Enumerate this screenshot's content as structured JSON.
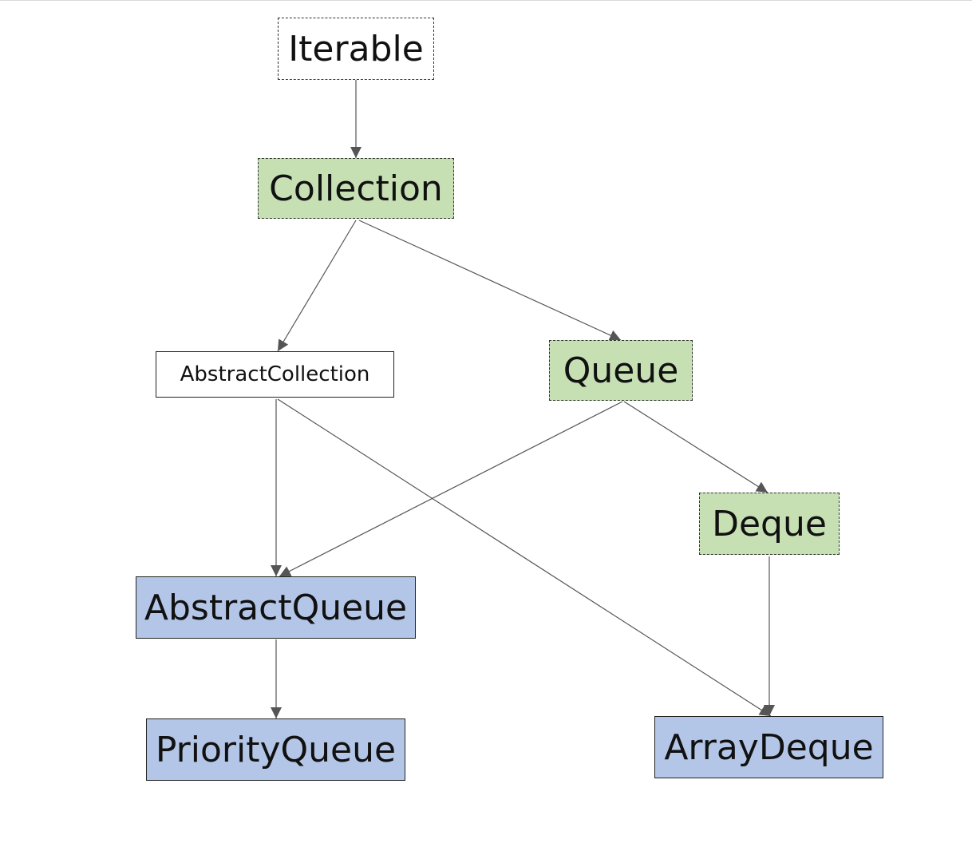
{
  "diagram": {
    "colors": {
      "interface": "#c6e0b4",
      "class": "#b4c6e7",
      "plain": "#ffffff",
      "edge": "#555555"
    },
    "nodes": {
      "iterable": {
        "label": "Iterable"
      },
      "collection": {
        "label": "Collection"
      },
      "abstract_collection": {
        "label": "AbstractCollection"
      },
      "queue": {
        "label": "Queue"
      },
      "deque": {
        "label": "Deque"
      },
      "abstract_queue": {
        "label": "AbstractQueue"
      },
      "priority_queue": {
        "label": "PriorityQueue"
      },
      "array_deque": {
        "label": "ArrayDeque"
      }
    },
    "edges": [
      {
        "from": "iterable",
        "to": "collection"
      },
      {
        "from": "collection",
        "to": "abstract_collection"
      },
      {
        "from": "collection",
        "to": "queue"
      },
      {
        "from": "abstract_collection",
        "to": "abstract_queue"
      },
      {
        "from": "abstract_collection",
        "to": "array_deque"
      },
      {
        "from": "queue",
        "to": "abstract_queue"
      },
      {
        "from": "queue",
        "to": "deque"
      },
      {
        "from": "deque",
        "to": "array_deque"
      },
      {
        "from": "abstract_queue",
        "to": "priority_queue"
      }
    ]
  }
}
